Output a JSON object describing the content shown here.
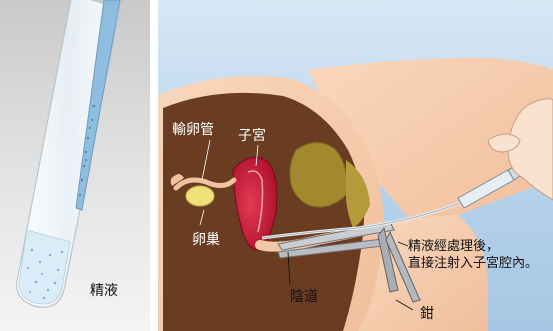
{
  "left_panel": {
    "label": "精液"
  },
  "right_panel": {
    "labels": {
      "fallopian_tube": "輸卵管",
      "uterus": "子宮",
      "ovary": "卵巢",
      "vagina": "陰道",
      "clamp": "鉗",
      "note_line1": "精液經處理後，",
      "note_line2": "直接注射入子宮腔內。"
    }
  },
  "colors": {
    "background_blue": "#bfd8ee",
    "skin": "#f6cdb0",
    "tissue_dark": "#6a3c22",
    "uterus_red": "#c81b3a",
    "bladder_olive": "#a2892e",
    "ovary_yellow": "#efe07a"
  }
}
